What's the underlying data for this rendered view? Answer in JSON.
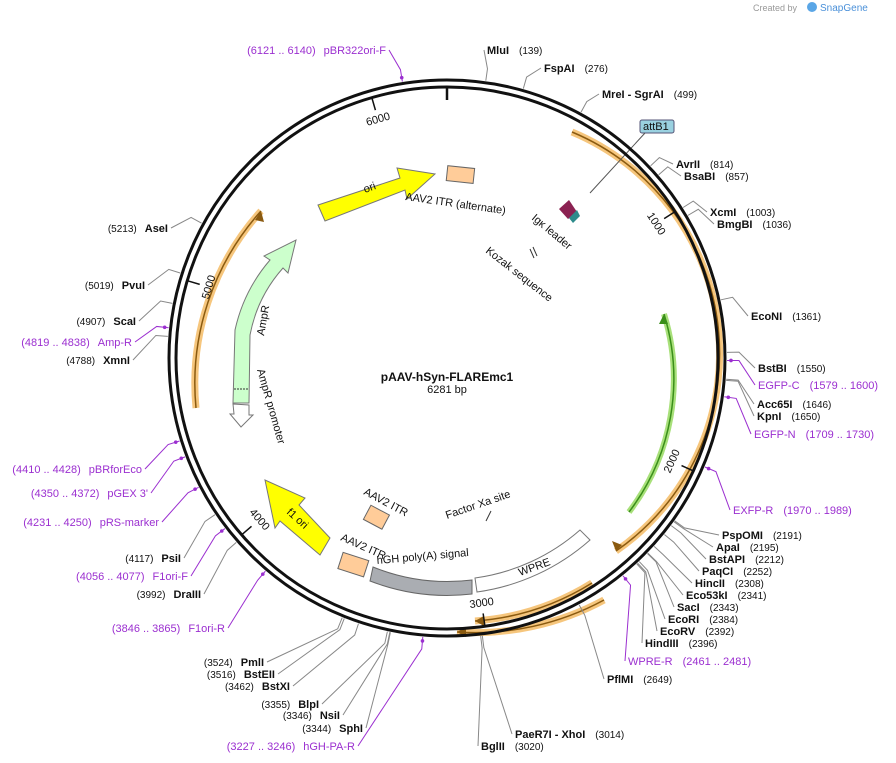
{
  "header": {
    "credit_prefix": "Created by",
    "credit_brand": "SnapGene"
  },
  "plasmid": {
    "name": "pAAV-hSyn-FLAREmc1",
    "size": "6281 bp"
  },
  "ticks": [
    {
      "bp": 0,
      "label": ""
    },
    {
      "bp": 1000,
      "label": "1000"
    },
    {
      "bp": 2000,
      "label": "2000"
    },
    {
      "bp": 3000,
      "label": "3000"
    },
    {
      "bp": 4000,
      "label": "4000"
    },
    {
      "bp": 5000,
      "label": "5000"
    },
    {
      "bp": 6000,
      "label": "6000"
    }
  ],
  "labels": [
    {
      "name": "MluI",
      "pos": "(139)",
      "kind": "enzyme"
    },
    {
      "name": "FspAI",
      "pos": "(276)",
      "kind": "enzyme"
    },
    {
      "name": "MreI  - SgrAI",
      "pos": "(499)",
      "kind": "enzyme"
    },
    {
      "name": "AvrII",
      "pos": "(814)",
      "kind": "enzyme"
    },
    {
      "name": "BsaBI",
      "pos": "(857)",
      "kind": "enzyme"
    },
    {
      "name": "XcmI",
      "pos": "(1003)",
      "kind": "enzyme"
    },
    {
      "name": "BmgBI",
      "pos": "(1036)",
      "kind": "enzyme"
    },
    {
      "name": "EcoNI",
      "pos": "(1361)",
      "kind": "enzyme"
    },
    {
      "name": "BstBI",
      "pos": "(1550)",
      "kind": "enzyme"
    },
    {
      "name": "EGFP-C",
      "pos": "(1579 .. 1600)",
      "kind": "primer"
    },
    {
      "name": "Acc65I",
      "pos": "(1646)",
      "kind": "enzyme"
    },
    {
      "name": "KpnI",
      "pos": "(1650)",
      "kind": "enzyme"
    },
    {
      "name": "EGFP-N",
      "pos": "(1709 .. 1730)",
      "kind": "primer"
    },
    {
      "name": "EXFP-R",
      "pos": "(1970 .. 1989)",
      "kind": "primer"
    },
    {
      "name": "PspOMI",
      "pos": "(2191)",
      "kind": "enzyme"
    },
    {
      "name": "ApaI",
      "pos": "(2195)",
      "kind": "enzyme"
    },
    {
      "name": "BstAPI",
      "pos": "(2212)",
      "kind": "enzyme"
    },
    {
      "name": "PaqCI",
      "pos": "(2252)",
      "kind": "enzyme"
    },
    {
      "name": "HincII",
      "pos": "(2308)",
      "kind": "enzyme"
    },
    {
      "name": "Eco53kI",
      "pos": "(2341)",
      "kind": "enzyme"
    },
    {
      "name": "SacI",
      "pos": "(2343)",
      "kind": "enzyme"
    },
    {
      "name": "EcoRI",
      "pos": "(2384)",
      "kind": "enzyme"
    },
    {
      "name": "EcoRV",
      "pos": "(2392)",
      "kind": "enzyme"
    },
    {
      "name": "HindIII",
      "pos": "(2396)",
      "kind": "enzyme"
    },
    {
      "name": "WPRE-R",
      "pos": "(2461 .. 2481)",
      "kind": "primer"
    },
    {
      "name": "PflMI",
      "pos": "(2649)",
      "kind": "enzyme"
    },
    {
      "name": "PaeR7I  - XhoI",
      "pos": "(3014)",
      "kind": "enzyme"
    },
    {
      "name": "BglII",
      "pos": "(3020)",
      "kind": "enzyme"
    },
    {
      "name": "hGH-PA-R",
      "pos": "(3227 .. 3246)",
      "kind": "primer"
    },
    {
      "name": "SphI",
      "pos": "(3344)",
      "kind": "enzyme"
    },
    {
      "name": "NsiI",
      "pos": "(3346)",
      "kind": "enzyme"
    },
    {
      "name": "BlpI",
      "pos": "(3355)",
      "kind": "enzyme"
    },
    {
      "name": "BstXI",
      "pos": "(3462)",
      "kind": "enzyme"
    },
    {
      "name": "BstEII",
      "pos": "(3516)",
      "kind": "enzyme"
    },
    {
      "name": "PmlI",
      "pos": "(3524)",
      "kind": "enzyme"
    },
    {
      "name": "F1ori-R",
      "pos": "(3846 .. 3865)",
      "kind": "primer"
    },
    {
      "name": "DraIII",
      "pos": "(3992)",
      "kind": "enzyme"
    },
    {
      "name": "F1ori-F",
      "pos": "(4056 .. 4077)",
      "kind": "primer"
    },
    {
      "name": "PsiI",
      "pos": "(4117)",
      "kind": "enzyme"
    },
    {
      "name": "pRS-marker",
      "pos": "(4231 .. 4250)",
      "kind": "primer"
    },
    {
      "name": "pGEX 3'",
      "pos": "(4350 .. 4372)",
      "kind": "primer"
    },
    {
      "name": "pBRforEco",
      "pos": "(4410 .. 4428)",
      "kind": "primer"
    },
    {
      "name": "XmnI",
      "pos": "(4788)",
      "kind": "enzyme"
    },
    {
      "name": "Amp-R",
      "pos": "(4819 .. 4838)",
      "kind": "primer"
    },
    {
      "name": "ScaI",
      "pos": "(4907)",
      "kind": "enzyme"
    },
    {
      "name": "PvuI",
      "pos": "(5019)",
      "kind": "enzyme"
    },
    {
      "name": "AseI",
      "pos": "(5213)",
      "kind": "enzyme"
    },
    {
      "name": "pBR322ori-F",
      "pos": "(6121 .. 6140)",
      "kind": "primer"
    }
  ],
  "features": [
    {
      "name": "attB1",
      "type": "site"
    },
    {
      "name": "Igκ leader",
      "type": "sig"
    },
    {
      "name": "Kozak sequence",
      "type": "site"
    },
    {
      "name": "AAV2 ITR (alternate)",
      "type": "repeat"
    },
    {
      "name": "ori",
      "type": "ori"
    },
    {
      "name": "AmpR",
      "type": "cds"
    },
    {
      "name": "AmpR promoter",
      "type": "promoter"
    },
    {
      "name": "f1 ori",
      "type": "ori"
    },
    {
      "name": "AAV2 ITR",
      "type": "repeat"
    },
    {
      "name": "AAV2 ITR",
      "type": "repeat"
    },
    {
      "name": "hGH poly(A) signal",
      "type": "polyA"
    },
    {
      "name": "Factor Xa site",
      "type": "site"
    },
    {
      "name": "WPRE",
      "type": "misc"
    }
  ],
  "colors": {
    "backbone": "#111111",
    "orange_arc": "#f6c67d",
    "orange_arrow": "#8a5a10",
    "green_arrow": "#3a8f1a",
    "ori": "#ffff00",
    "ampr": "#ccffcc",
    "itr": "#ffcc99",
    "polya": "#999999",
    "attb1": "#9ad1e0",
    "sig": "#8b2252",
    "kozak": "#2e8b8b",
    "primer": "#9b2fd0"
  }
}
